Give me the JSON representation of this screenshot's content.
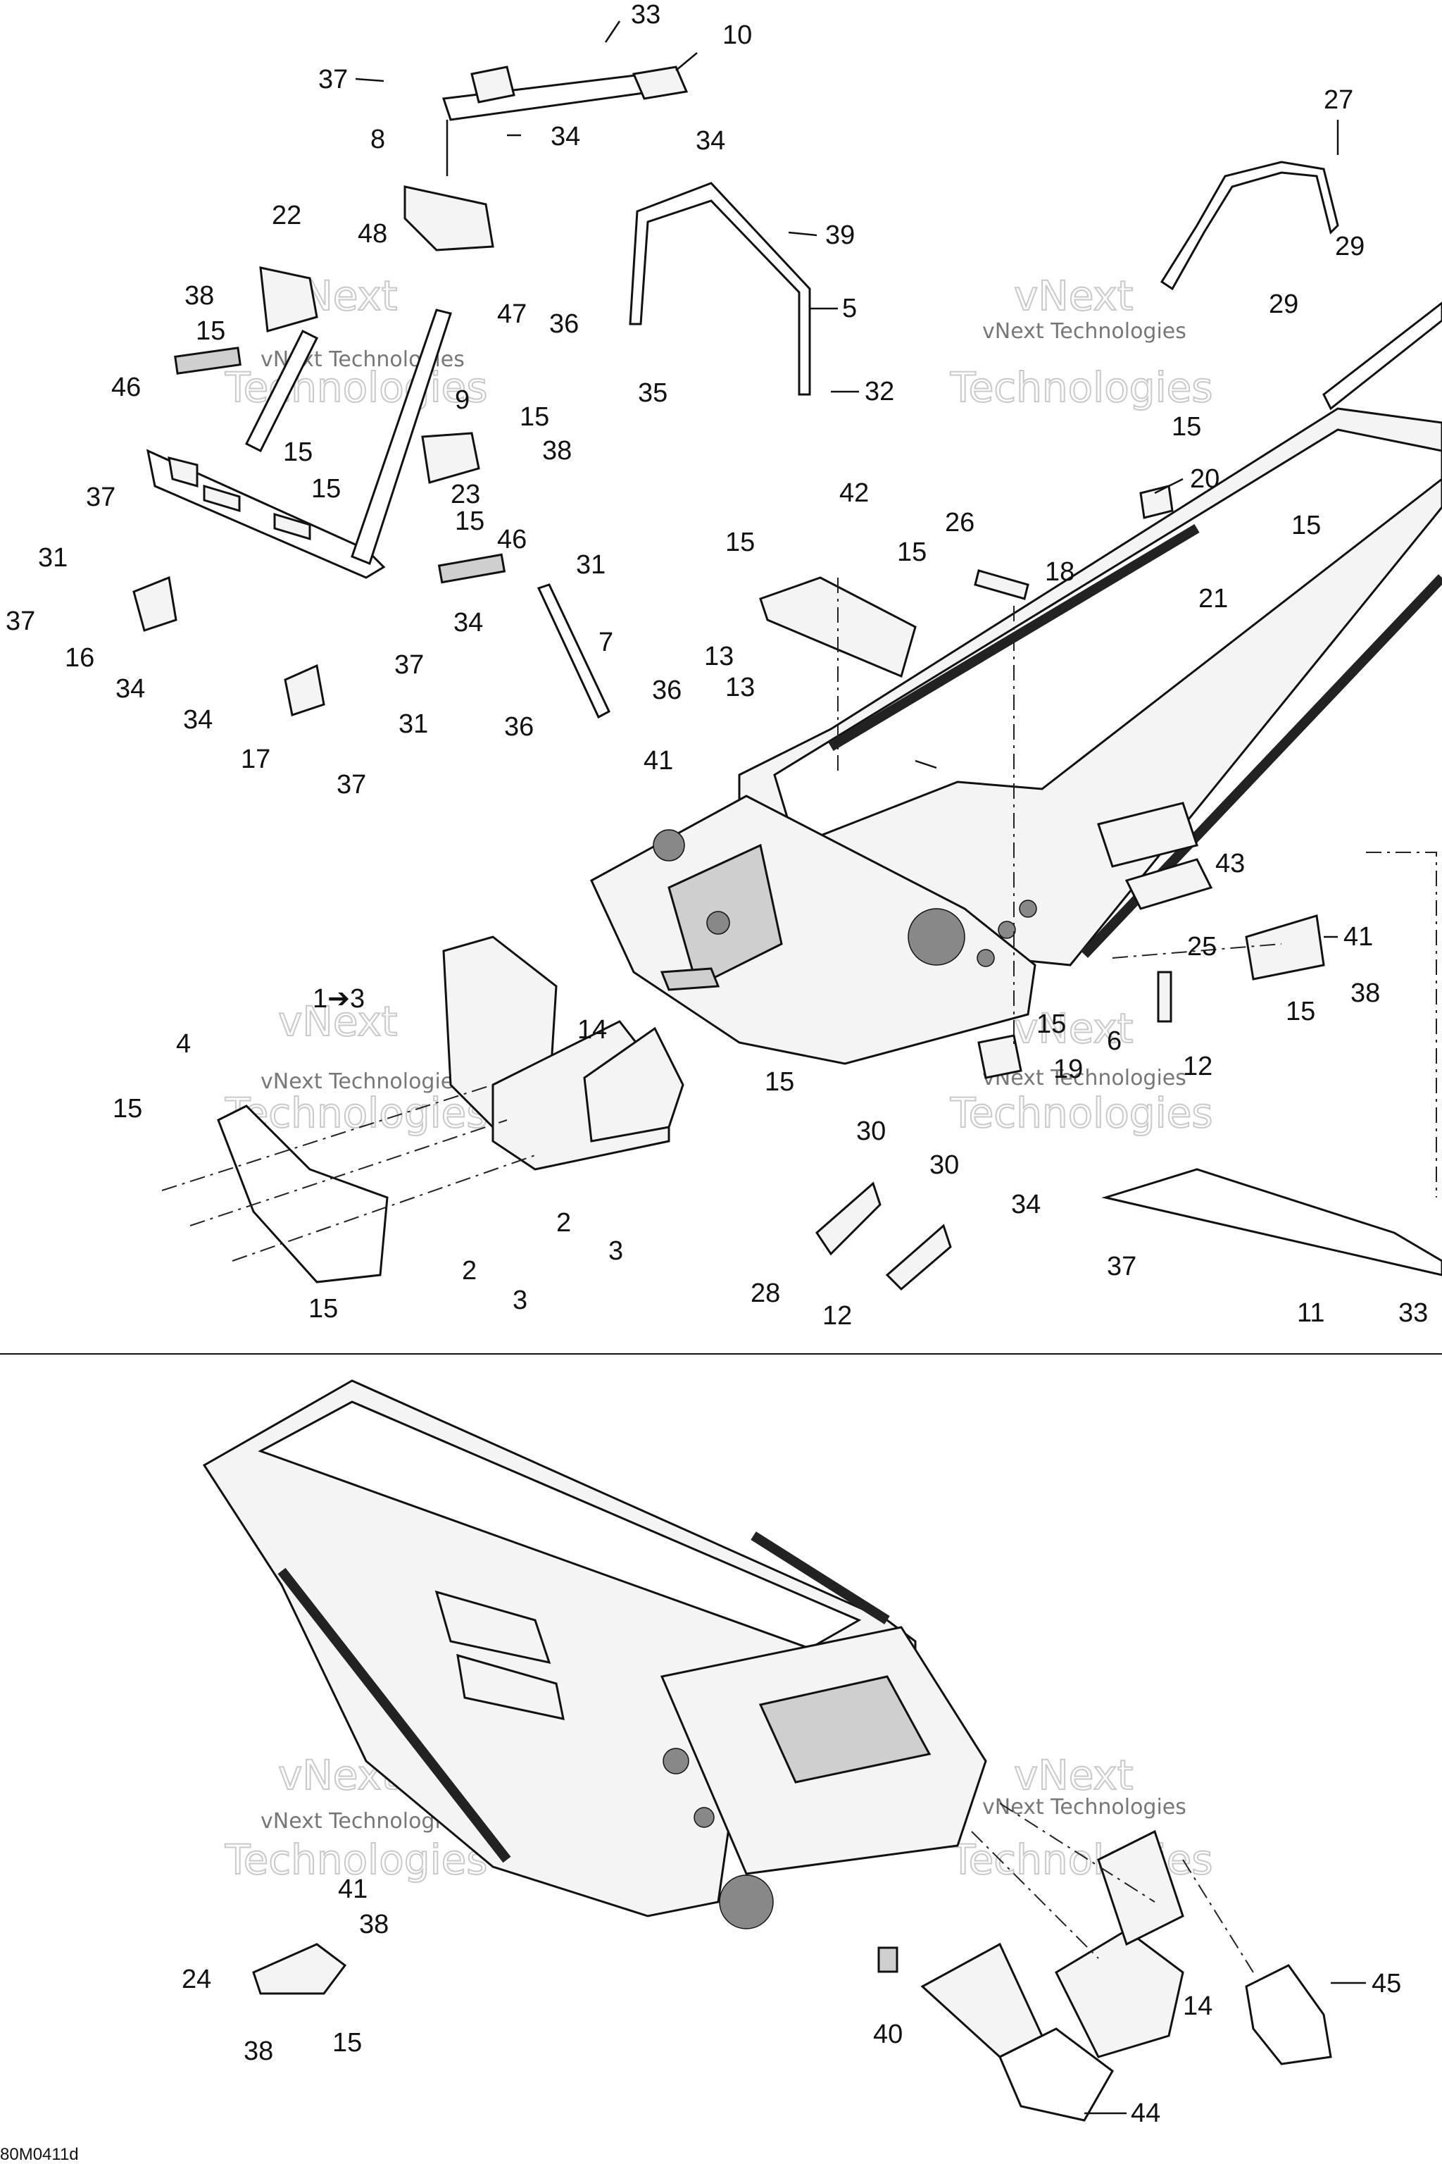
{
  "diagram": {
    "code": "80M0411d",
    "watermark": "vNext Technologies",
    "watermark_words": [
      "vNext",
      "Technologies"
    ],
    "callouts": {
      "c1": "33",
      "c2": "10",
      "c3": "37",
      "c4": "34",
      "c5": "8",
      "c6": "22",
      "c7": "48",
      "c8": "38",
      "c9": "15",
      "c10": "47",
      "c11": "46",
      "c12": "9",
      "c13": "15",
      "c14": "38",
      "c15": "15",
      "c16": "23",
      "c17": "15",
      "c18": "15",
      "c19": "37",
      "c20": "31",
      "c21": "37",
      "c22": "16",
      "c23": "34",
      "c24": "46",
      "c25": "31",
      "c26": "34",
      "c27": "7",
      "c28": "37",
      "c29": "31",
      "c30": "34",
      "c31": "17",
      "c32": "37",
      "c33": "36",
      "c34": "36",
      "c35": "41",
      "c36": "34",
      "c37": "39",
      "c38": "5",
      "c39": "36",
      "c40": "35",
      "c41": "32",
      "c42": "27",
      "c43": "29",
      "c44": "29",
      "c45": "15",
      "c46": "20",
      "c47": "42",
      "c48": "26",
      "c49": "15",
      "c50": "15",
      "c51": "18",
      "c52": "15",
      "c53": "21",
      "c54": "13",
      "c55": "13",
      "c56": "43",
      "c57": "25",
      "c58": "41",
      "c59": "38",
      "c60": "15",
      "c61": "1➔3",
      "c62": "14",
      "c63": "4",
      "c64": "15",
      "c65": "15",
      "c66": "15",
      "c67": "6",
      "c68": "19",
      "c69": "12",
      "c70": "2",
      "c71": "3",
      "c72": "2",
      "c73": "3",
      "c74": "15",
      "c75": "30",
      "c76": "30",
      "c77": "28",
      "c78": "12",
      "c79": "34",
      "c80": "37",
      "c81": "11",
      "c82": "33",
      "c83": "41",
      "c84": "38",
      "c85": "24",
      "c86": "38",
      "c87": "15",
      "c88": "40",
      "c89": "14",
      "c90": "45",
      "c91": "44"
    }
  }
}
